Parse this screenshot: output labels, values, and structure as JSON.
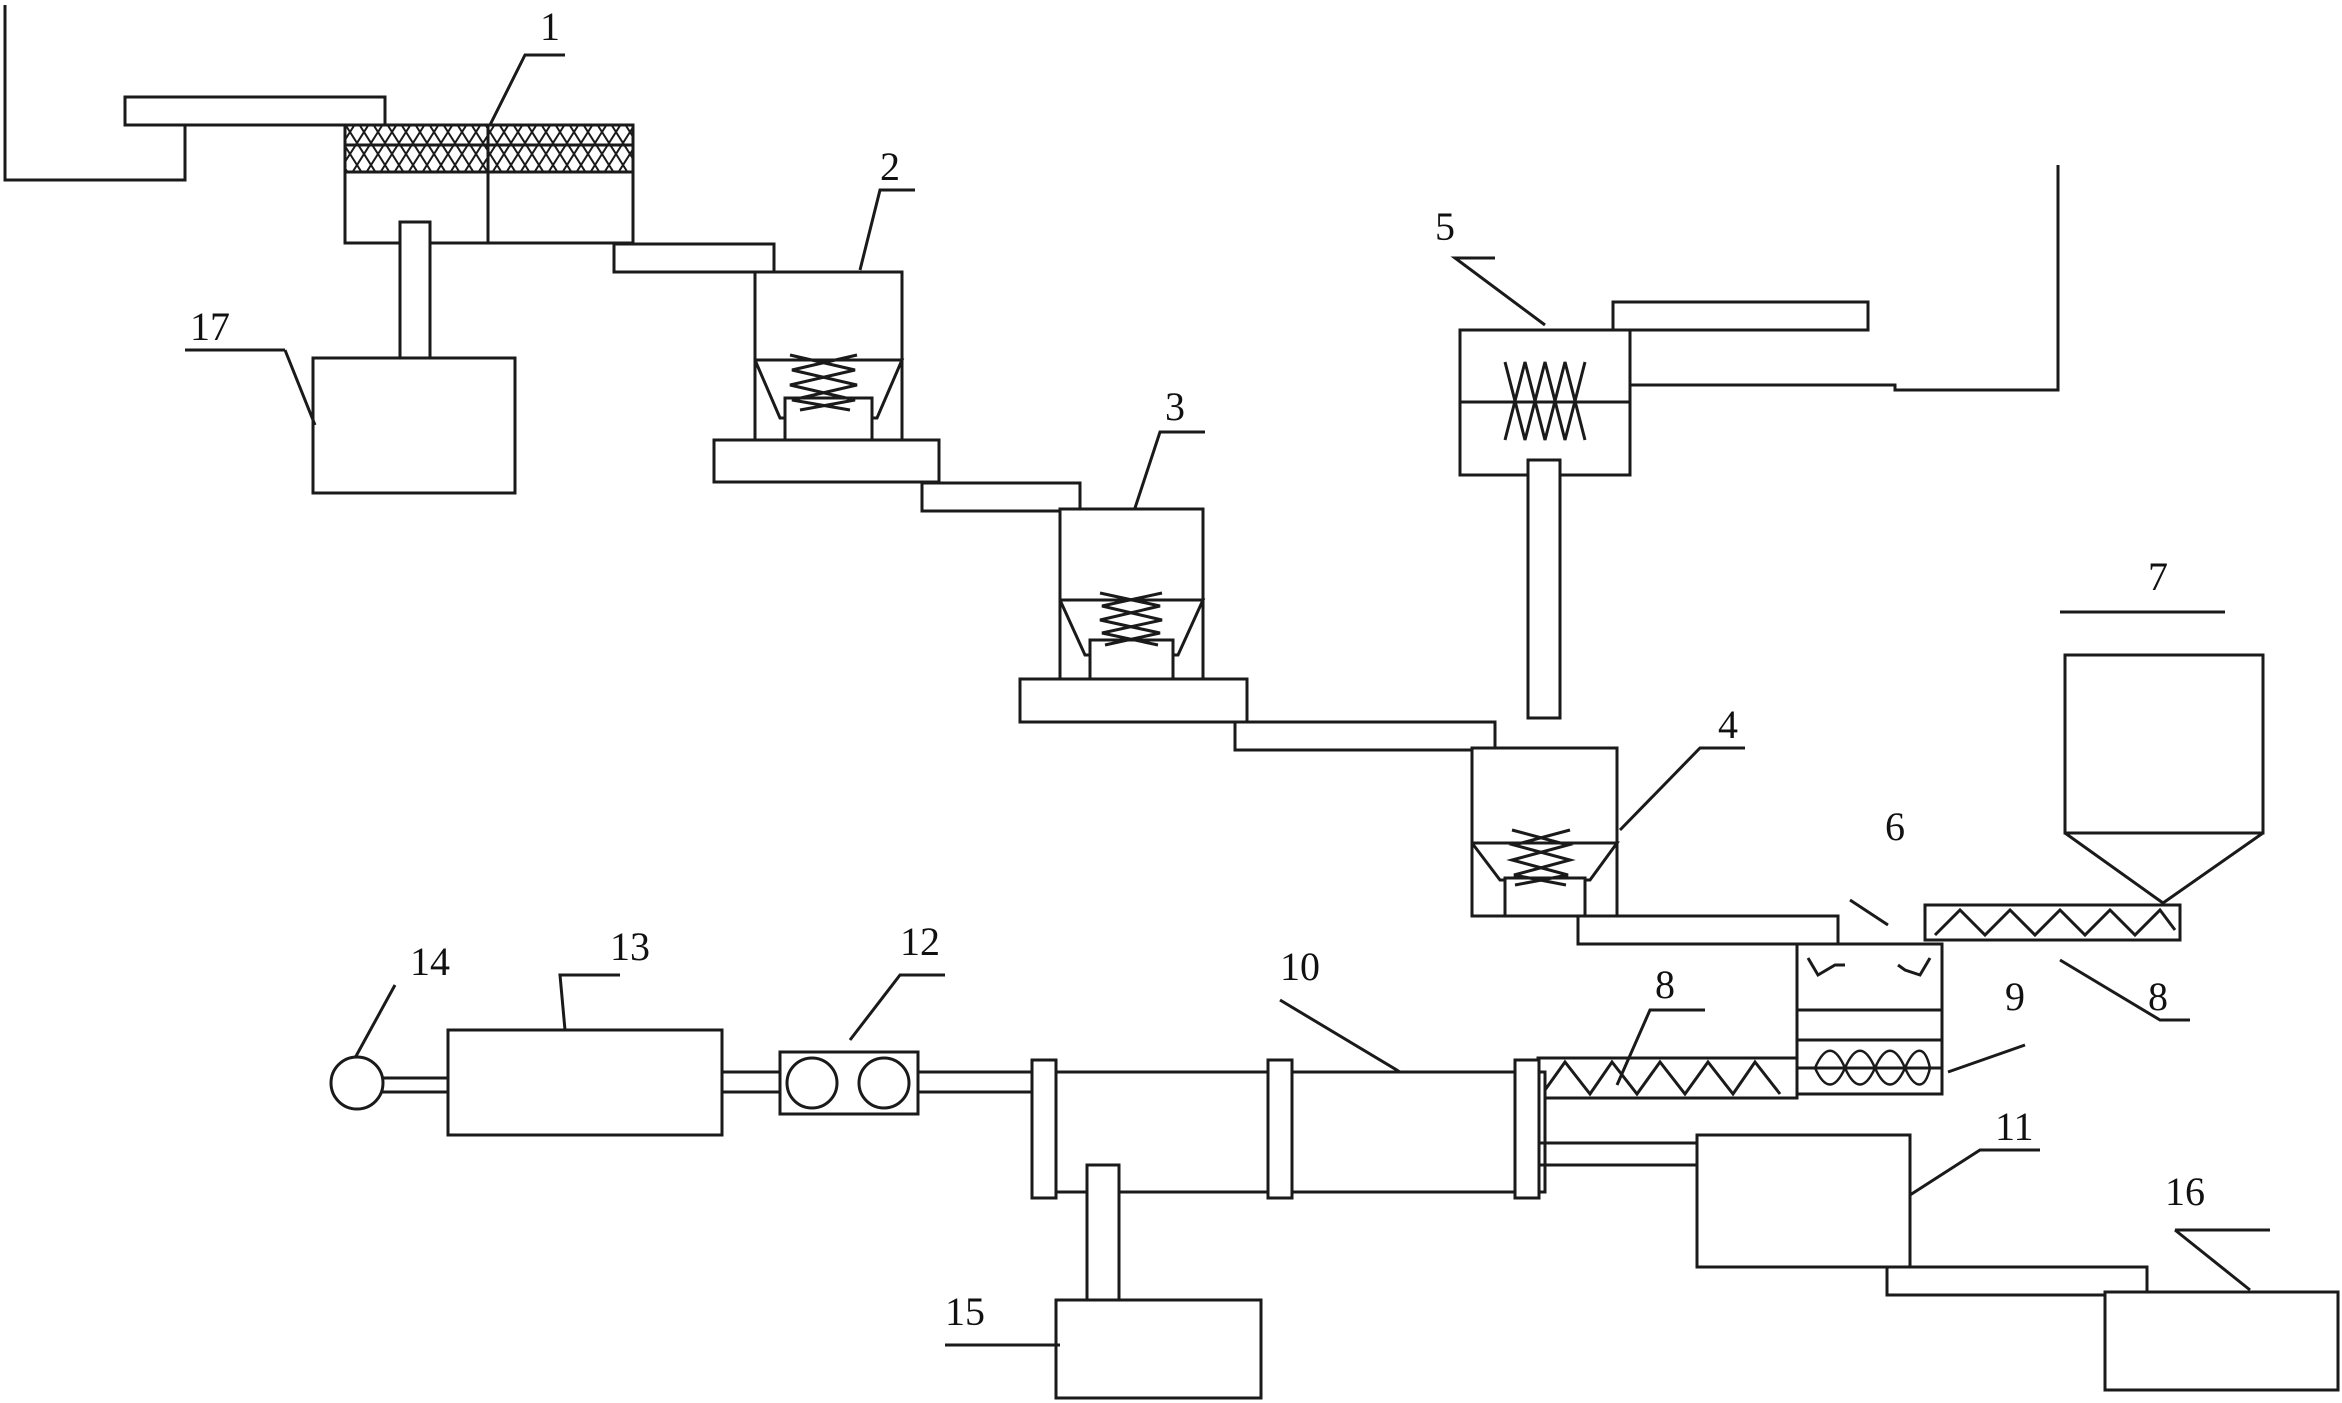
{
  "labels": {
    "l1": "1",
    "l2": "2",
    "l3": "3",
    "l4": "4",
    "l5": "5",
    "l6": "6",
    "l7": "7",
    "l8a": "8",
    "l8b": "8",
    "l9": "9",
    "l10": "10",
    "l11": "11",
    "l12": "12",
    "l13": "13",
    "l14": "14",
    "l15": "15",
    "l16": "16",
    "l17": "17"
  }
}
